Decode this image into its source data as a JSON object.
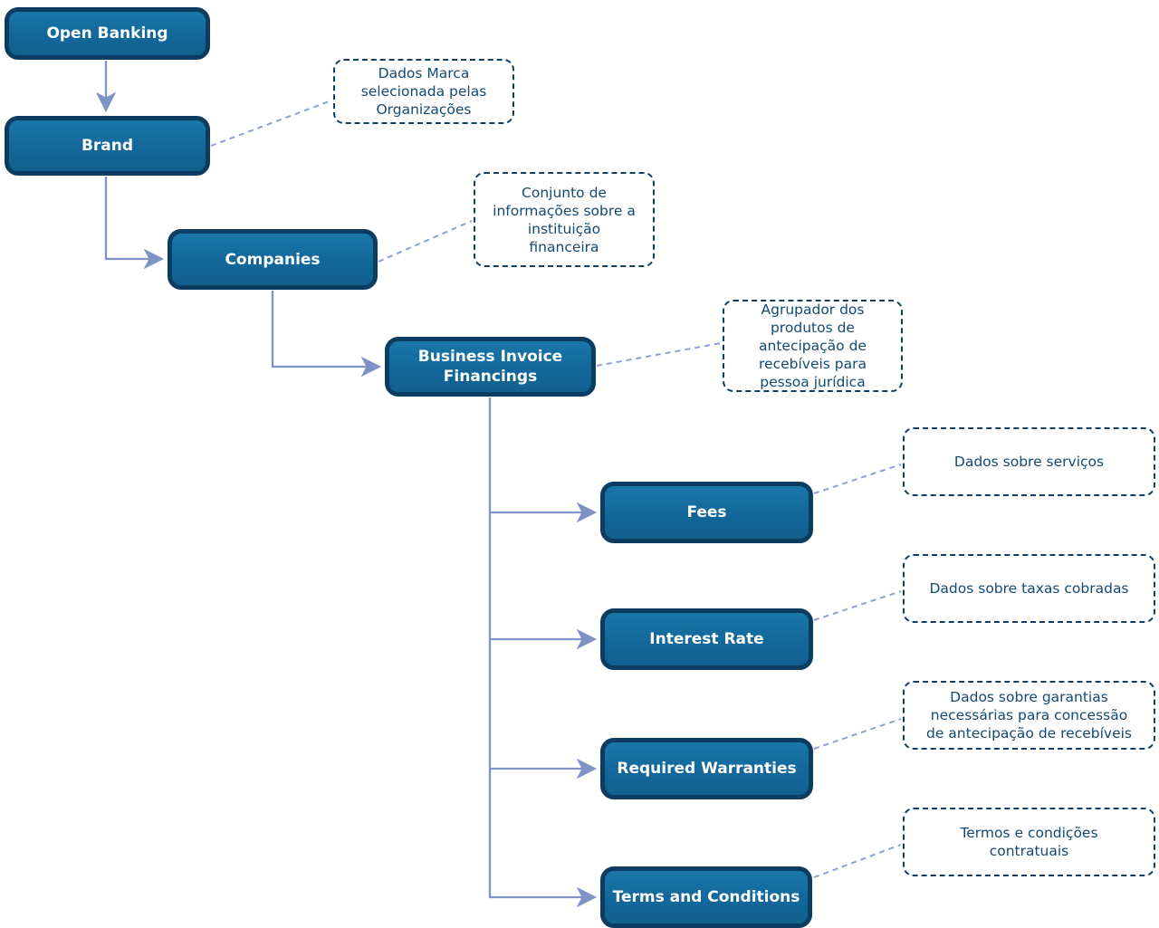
{
  "diagram": {
    "type": "hierarchy-flowchart",
    "language_of_annotations": "pt-BR",
    "colors": {
      "node_fill": "#13679A",
      "node_border": "#0C3C5F",
      "node_text": "#FFFFFF",
      "note_border": "#0F3E63",
      "note_text": "#134A73",
      "connector": "#7D92C5"
    },
    "nodes": [
      {
        "id": "open-banking",
        "label": "Open Banking",
        "annotation": ""
      },
      {
        "id": "brand",
        "label": "Brand",
        "annotation": "Dados Marca\nselecionada pelas\nOrganizações"
      },
      {
        "id": "companies",
        "label": "Companies",
        "annotation": "Conjunto de\ninformações sobre a\ninstituição\nfinanceira"
      },
      {
        "id": "business-invoice-financings",
        "label": "Business Invoice\nFinancings",
        "annotation": "Agrupador dos\nprodutos de\nantecipação de\nrecebíveis para\npessoa jurídica"
      },
      {
        "id": "fees",
        "label": "Fees",
        "annotation": "Dados sobre serviços"
      },
      {
        "id": "interest-rate",
        "label": "Interest Rate",
        "annotation": "Dados sobre taxas cobradas"
      },
      {
        "id": "required-warranties",
        "label": "Required Warranties",
        "annotation": "Dados sobre garantias\nnecessárias para concessão\nde antecipação de recebíveis"
      },
      {
        "id": "terms-and-conditions",
        "label": "Terms and Conditions",
        "annotation": "Termos e condições\ncontratuais"
      }
    ],
    "edges": [
      {
        "from": "open-banking",
        "to": "brand"
      },
      {
        "from": "brand",
        "to": "companies"
      },
      {
        "from": "companies",
        "to": "business-invoice-financings"
      },
      {
        "from": "business-invoice-financings",
        "to": "fees"
      },
      {
        "from": "business-invoice-financings",
        "to": "interest-rate"
      },
      {
        "from": "business-invoice-financings",
        "to": "required-warranties"
      },
      {
        "from": "business-invoice-financings",
        "to": "terms-and-conditions"
      }
    ]
  }
}
